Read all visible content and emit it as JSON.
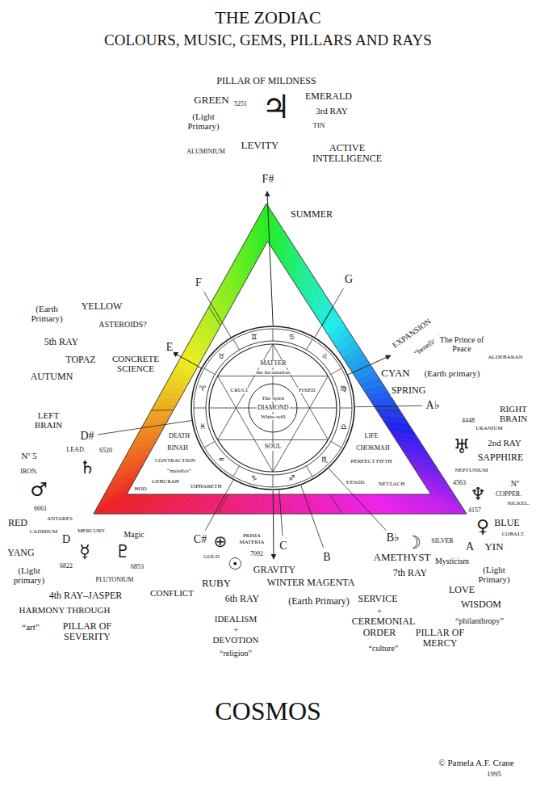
{
  "diagram": {
    "title": "THE ZODIAC",
    "caption": "COSMOS",
    "nodes": [
      {
        "text": [
          "MATTER",
          "the Incarnation",
          "CRUCI",
          "FIXED",
          "The Spirit",
          "DIAMOND",
          "White-will",
          "SOUL",
          "♈",
          "♉",
          "♊",
          "♋",
          "♌",
          "♍",
          "♎",
          "♏",
          "♐",
          "♑",
          "♒",
          "♓"
        ]
      }
    ],
    "labels": [
      "COLOURS, MUSIC, GEMS, PILLARS AND RAYS",
      "PILLAR OF MILDNESS",
      "GREEN",
      "5251",
      "(Light Primary)",
      "♃",
      "EMERALD",
      "3rd RAY",
      "TIN",
      "LEVITY",
      "ACTIVE INTELLIGENCE",
      "ALUMINIUM",
      "F#",
      "SUMMER",
      "F",
      "G",
      "(Earth Primary)",
      "YELLOW",
      "ASTEROIDS?",
      "5th RAY",
      "TOPAZ",
      "CONCRETE SCIENCE",
      "AUTUMN",
      "E",
      "EXPANSION",
      "“benefics”",
      "The Prince of Peace",
      "ALDEBARAN",
      "CYAN",
      "(Earth primary)",
      "SPRING",
      "A♭",
      "4448",
      "URANIUM",
      "RIGHT BRAIN",
      "♅",
      "2nd RAY",
      "SAPPHIRE",
      "NEPTUNIUM",
      "4563",
      "♆",
      "Nº",
      "COPPER.",
      "NICKEL.",
      "4157",
      "♀",
      "BLUE",
      "COBALT.",
      "A",
      "YIN",
      "Mysticism",
      "(Light Primary)",
      "LOVE",
      "WISDOM",
      "“philanthropy”",
      "LEFT BRAIN",
      "D#",
      "Nº 5",
      "LEAD.",
      "6520",
      "♄",
      "IRON.",
      "♂",
      "6661",
      "RED",
      "ANTARES",
      "CADMIUM",
      "D",
      "MERCURY",
      "Magic",
      "YANG",
      "☿",
      "♇",
      "6822",
      "6853",
      "(Light primary)",
      "PLUTONIUM",
      "4th RAY–JASPER",
      "CONFLICT",
      "HARMONY THROUGH",
      "“art”",
      "PILLAR OF SEVERITY",
      "C#",
      "⊕",
      "PRIMA MATERIA",
      "7092",
      "C",
      "GOLD",
      "☉",
      "B",
      "GRAVITY",
      "WINTER MAGENTA",
      "(Earth Primary)",
      "RUBY",
      "6th RAY",
      "IDEALISM",
      "+",
      "DEVOTION",
      "“religion”",
      "B♭",
      "☽",
      "SILVER",
      "AMETHYST",
      "7th RAY",
      "SERVICE",
      "+",
      "CEREMONIAL",
      "ORDER",
      "“culture”",
      "PILLAR OF MERCY",
      "DEATH",
      "BINAH",
      "CONTRACTION",
      "“malefics”",
      "GEBURAH",
      "HOD",
      "TIPHARETH",
      "LIFE",
      "CHOKMAH",
      "PERFECT FIFTH",
      "YESOD",
      "NETZACH",
      "© Pamela A.F. Crane",
      "1995"
    ]
  }
}
